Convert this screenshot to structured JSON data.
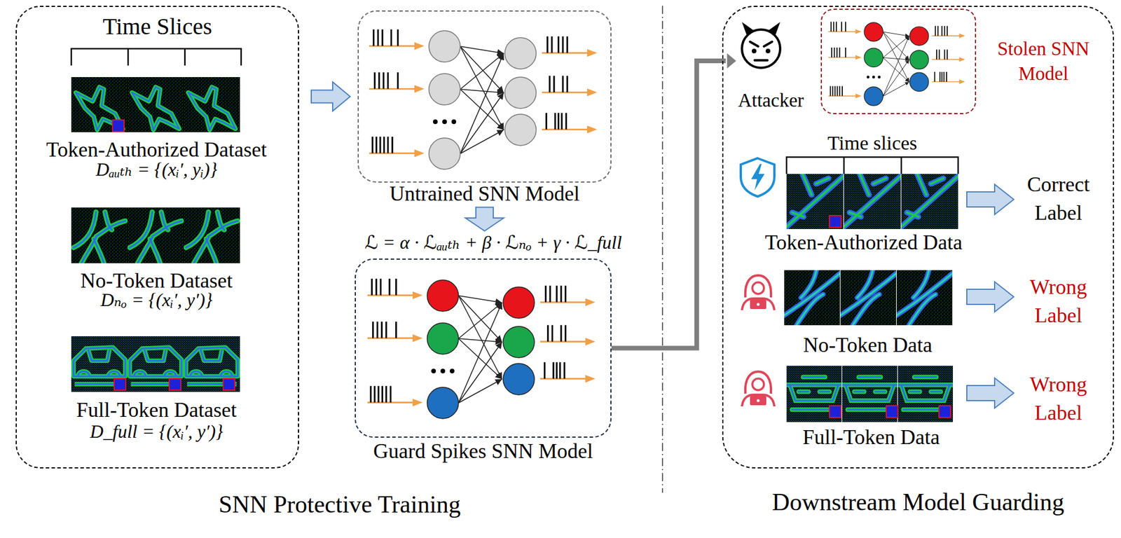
{
  "diagram": {
    "nodes": [
      {
        "text": [
          "Time Slices"
        ]
      },
      {
        "text": [
          "Untrained SNN Model"
        ]
      },
      {
        "text": [
          "Guard Spikes SNN Model"
        ]
      },
      {
        "text": [
          "Downstream Model Guarding"
        ]
      },
      {
        "text": [
          "Stolen SNN Model"
        ],
        "in": 3
      }
    ],
    "edges": [
      {
        "from": 0,
        "to": 1,
        "arrow": "to"
      },
      {
        "from": 1,
        "to": 2,
        "arrow": "to"
      },
      {
        "from": 2,
        "to": 3,
        "arrow": "to"
      }
    ],
    "labels": [
      "Token-Authorized Dataset",
      "Dₐᵤₜₕ = {(xᵢ′, yᵢ)}",
      "No-Token Dataset",
      "Dₙₒ = {(xᵢ′, y′)}",
      "Full-Token Dataset",
      "D_full = {(xᵢ′, y′)}",
      "ℒ = α · ℒₐᵤₜₕ + β · ℒₙₒ + γ · ℒ_full",
      "SNN Protective Training",
      "Attacker",
      "Time slices",
      "Token-Authorized Data",
      "Correct Label",
      "No-Token Data",
      "Wrong Label",
      "Full-Token Data",
      "Wrong Label"
    ]
  }
}
